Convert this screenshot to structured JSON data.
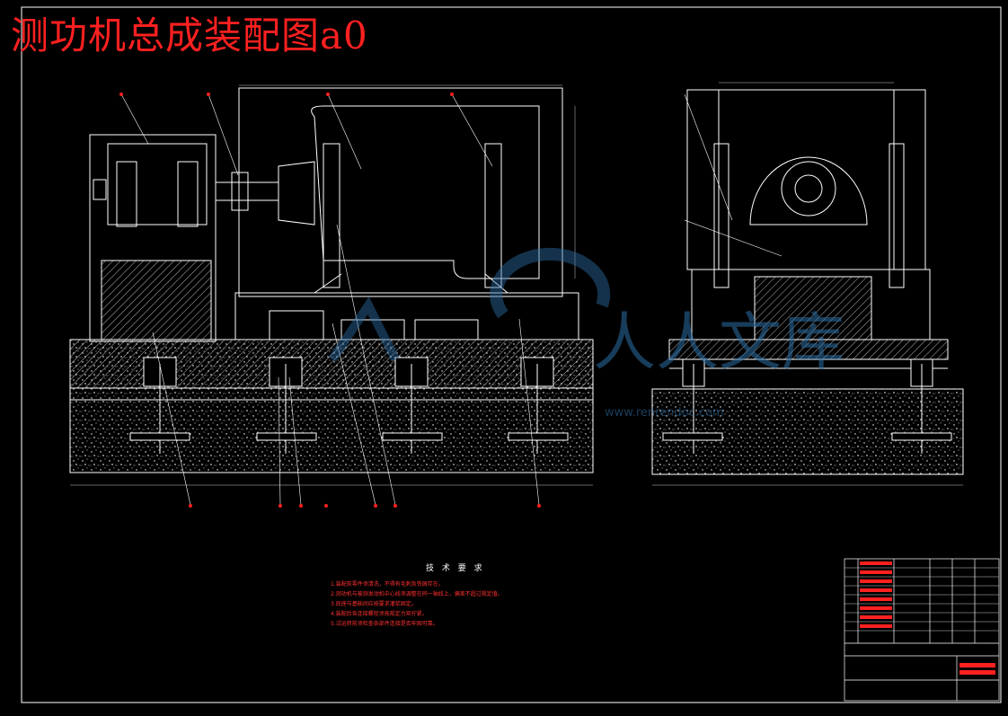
{
  "title": "测功机总成装配图a0",
  "technical_requirements": {
    "heading": "技 术 要 求",
    "items": [
      "1.装配前零件须清洗，不得有毛刺及铁屑存在。",
      "2.测功机与被测发动机中心线须调整在同一轴线上，偏差不超过规定值。",
      "3.底座与基础间应按要求灌浆固定。",
      "4.装配后各连接螺栓须按规定力矩拧紧。",
      "5.试运转前须检查各部件连接是否牢固可靠。"
    ]
  },
  "watermark": {
    "text": "人人文库",
    "url": "www.renrendoc.com"
  },
  "colors": {
    "background": "#000000",
    "line": "#ffffff",
    "title": "#ff2020",
    "dimension": "#ff3030",
    "hidden": "#ffff00",
    "accent": "#00ffff",
    "watermark": "#2c6fa6"
  }
}
